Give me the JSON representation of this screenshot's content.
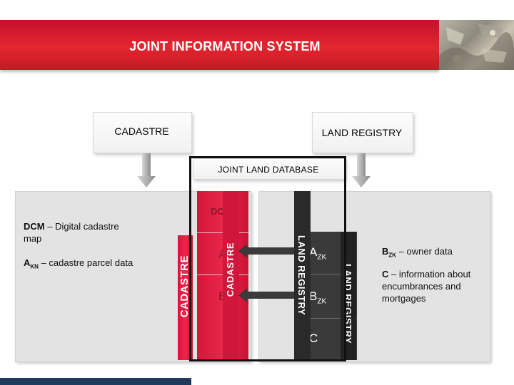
{
  "banner": {
    "title": "JOINT INFORMATION SYSTEM"
  },
  "boxes": {
    "cadastre": "CADASTRE",
    "land_registry": "LAND REGISTRY",
    "joint_db": "JOINT LAND DATABASE"
  },
  "left_panel": {
    "dcm_bold": "DCM",
    "dcm_rest": " – Digital cadastre map",
    "akn_main": "A",
    "akn_sub": "KN",
    "akn_rest": " – cadastre parcel data"
  },
  "right_panel": {
    "bzk_main": "B",
    "bzk_sub": "ZK",
    "bzk_rest": " – owner data",
    "c_bold": "C",
    "c_rest": " – information about encumbrances and mortgages"
  },
  "columns": {
    "cadastre_vertical": "CADASTRE",
    "cadastre_outer": "CADASTRE",
    "land_registry_vertical": "LAND REGISTRY",
    "land_registry_outer": "LAND REGISTRY",
    "dcm_tag": "DCM",
    "a_main": "A",
    "b_main": "B",
    "azk_main": "A",
    "azk_sub": "ZK",
    "bzk_main": "B",
    "bzk_sub": "ZK",
    "c_main": "C"
  },
  "colors": {
    "brand_red": "#d9182f",
    "dark": "#2a2a2a",
    "panel_gray": "#e3e3e3"
  }
}
